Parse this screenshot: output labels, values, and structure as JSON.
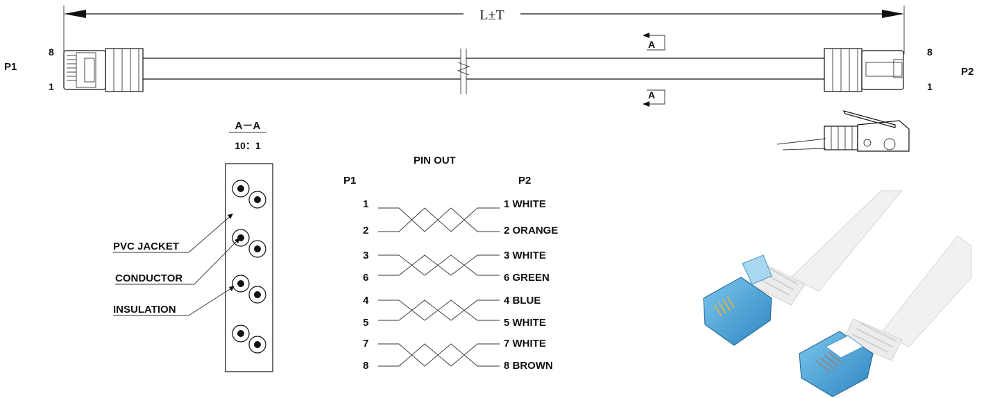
{
  "dimension": {
    "label": "L±T"
  },
  "cable": {
    "left_end": "P1",
    "right_end": "P2",
    "pin_top": "8",
    "pin_bottom": "1"
  },
  "section_markers": {
    "top": "A",
    "bottom": "A"
  },
  "cross_section": {
    "title": "A－A",
    "scale": "10：1",
    "callouts": [
      "PVC JACKET",
      "CONDUCTOR",
      "INSULATION"
    ]
  },
  "pinout": {
    "title": "PIN OUT",
    "left_header": "P1",
    "right_header": "P2",
    "pairs": [
      {
        "left": [
          "1",
          "2"
        ],
        "right": [
          "1 WHITE",
          "2 ORANGE"
        ]
      },
      {
        "left": [
          "3",
          "6"
        ],
        "right": [
          "3 WHITE",
          "6 GREEN"
        ]
      },
      {
        "left": [
          "4",
          "5"
        ],
        "right": [
          "4 BLUE",
          "5 WHITE"
        ]
      },
      {
        "left": [
          "7",
          "8"
        ],
        "right": [
          "7 WHITE",
          "8 BROWN"
        ]
      }
    ]
  },
  "colors": {
    "line": "#111111",
    "connector_blue": "#4aa8dc",
    "cable_white": "#f4f4f4"
  }
}
